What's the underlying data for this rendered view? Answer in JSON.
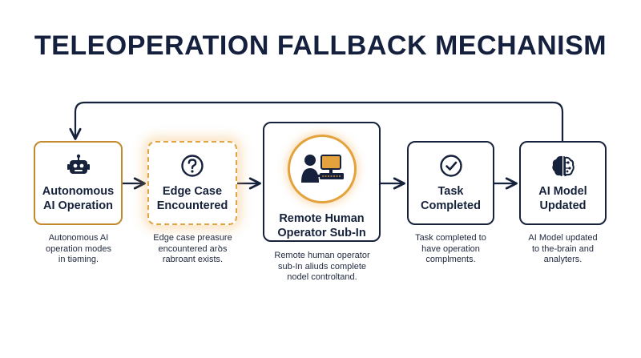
{
  "title": "TELEOPERATION FALLBACK MECHANISM",
  "nodes": [
    {
      "label": "Autonomous\nAI Operation",
      "icon": "robot-icon",
      "caption": "Autonomous AI\noperation modes\nin tiəming."
    },
    {
      "label": "Edge Case\nEncountered",
      "icon": "question-icon",
      "caption": "Edge case preasure\nencountered arꝺs\nrabroant exists."
    },
    {
      "label": "Remote Human\nOperator Sub-In",
      "icon": "operator-icon",
      "caption": "Remote human operator\nsub-In aliuds complete\nnodel controltand."
    },
    {
      "label": "Task\nCompleted",
      "icon": "check-circle-icon",
      "caption": "Task completed to\nhave operation\ncomplments."
    },
    {
      "label": "AI Model\nUpdated",
      "icon": "brain-icon",
      "caption": "AI Model updated\nto the-brain and\nanalyters."
    }
  ],
  "colors": {
    "navy": "#16213b",
    "gold": "#c28a2c",
    "glow": "#e3a23c"
  }
}
